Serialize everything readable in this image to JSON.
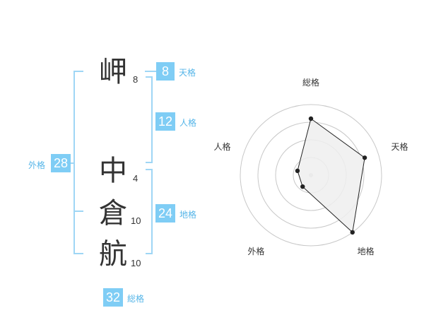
{
  "name_chars": [
    {
      "char": "岬",
      "strokes": "8"
    },
    {
      "char": "中",
      "strokes": "4"
    },
    {
      "char": "倉",
      "strokes": "10"
    },
    {
      "char": "航",
      "strokes": "10"
    }
  ],
  "fortunes": {
    "tenkaku": {
      "label": "天格",
      "value": "8"
    },
    "jinkaku": {
      "label": "人格",
      "value": "12"
    },
    "chikaku": {
      "label": "地格",
      "value": "24"
    },
    "gaikaku": {
      "label": "外格",
      "value": "28"
    },
    "soukaku": {
      "label": "総格",
      "value": "32"
    }
  },
  "chart_data": {
    "type": "radar",
    "axes": [
      "総格",
      "天格",
      "地格",
      "外格",
      "人格"
    ],
    "values": [
      4,
      4,
      5,
      1,
      1
    ],
    "rmax": 5,
    "rings": 4,
    "series_color": "#222222",
    "fill_color": "#eeeeee"
  }
}
